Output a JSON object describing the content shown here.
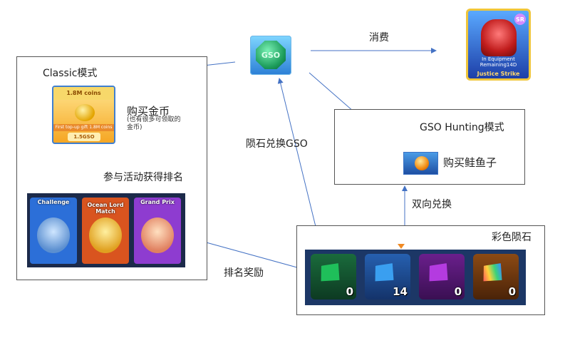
{
  "nodes": {
    "classic_title": "Classic模式",
    "buy_coins": "购买金币",
    "buy_coins_note": "(也有很多可领取的金币)",
    "join_events": "参与活动获得排名",
    "gso_hunting_title": "GSO Hunting模式",
    "buy_roe": "购买鲑鱼子",
    "two_way": "双向兑换",
    "meteorite_title": "彩色陨石",
    "rank_reward": "排名奖励",
    "meteorite_exchange": "陨石兑换GSO",
    "consume": "消费"
  },
  "gso_coin": {
    "text": "GSO",
    "icon": "gso-coin-icon"
  },
  "robot_card": {
    "badge": "SR",
    "line1": "In Equipment",
    "line2": "Remaining14D",
    "name": "Justice Strike",
    "icon": "red-mech-robot-icon"
  },
  "coins_card": {
    "header": "1.8M coins",
    "strip": "First top-up gift 1.8M coins",
    "price": "1.5GSO",
    "icon": "gold-coin-pile-icon"
  },
  "events": [
    {
      "title": "Challenge",
      "icon": "shark-character-icon",
      "color": "#2c6fd8"
    },
    {
      "title": "Ocean Lord Match",
      "icon": "golden-frog-character-icon",
      "color": "#d9541f"
    },
    {
      "title": "Grand Prix",
      "icon": "fortune-cat-character-icon",
      "color": "#8e3cd0"
    }
  ],
  "roe": {
    "icon": "salmon-roe-icon"
  },
  "meteorites": [
    {
      "count": "0",
      "color": "#1fbf5a",
      "icon": "green-meteorite-icon"
    },
    {
      "count": "14",
      "color": "#3a9ff0",
      "icon": "blue-meteorite-icon"
    },
    {
      "count": "0",
      "color": "#b43be0",
      "icon": "purple-meteorite-icon"
    },
    {
      "count": "0",
      "color": "#f07a2a",
      "icon": "rainbow-meteorite-icon"
    }
  ],
  "colors": {
    "arrow": "#4472c4",
    "box_border": "#555555"
  }
}
